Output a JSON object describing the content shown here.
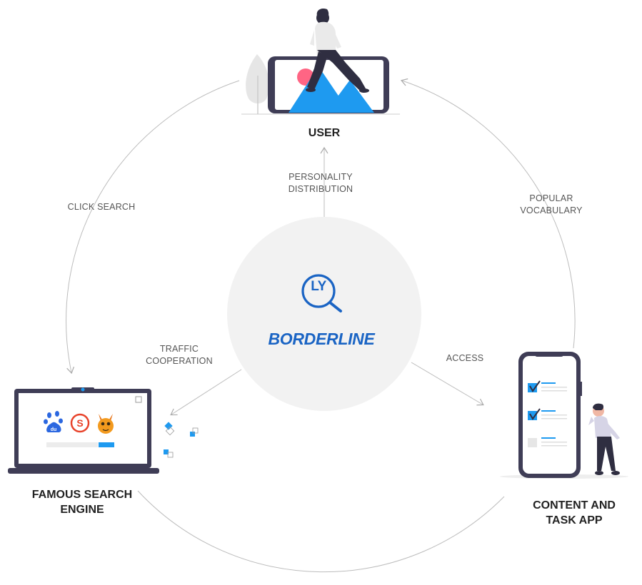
{
  "center": {
    "logo": "LY",
    "brand": "BORDERLINE",
    "icon": "magnifier-icon"
  },
  "nodes": {
    "user": {
      "title": "USER"
    },
    "search_engine": {
      "title_line1": "FAMOUS SEARCH",
      "title_line2": "ENGINE"
    },
    "content_app": {
      "title_line1": "CONTENT AND",
      "title_line2": "TASK APP"
    }
  },
  "edges": {
    "personality": {
      "line1": "PERSONALITY",
      "line2": "DISTRIBUTION"
    },
    "click_search": {
      "line1": "CLICK SEARCH"
    },
    "popular": {
      "line1": "POPULAR",
      "line2": "VOCABULARY"
    },
    "traffic": {
      "line1": "TRAFFIC",
      "line2": "COOPERATION"
    },
    "access": {
      "line1": "ACCESS"
    }
  },
  "search_logos": {
    "baidu": "du",
    "sogou": "S"
  },
  "colors": {
    "brand_blue": "#1a64c4",
    "accent_blue": "#1e9af0",
    "device_dark": "#3f3d56",
    "pink": "#ff6584",
    "circle_gray": "#f2f2f2",
    "line_gray": "#bbbbbb"
  }
}
